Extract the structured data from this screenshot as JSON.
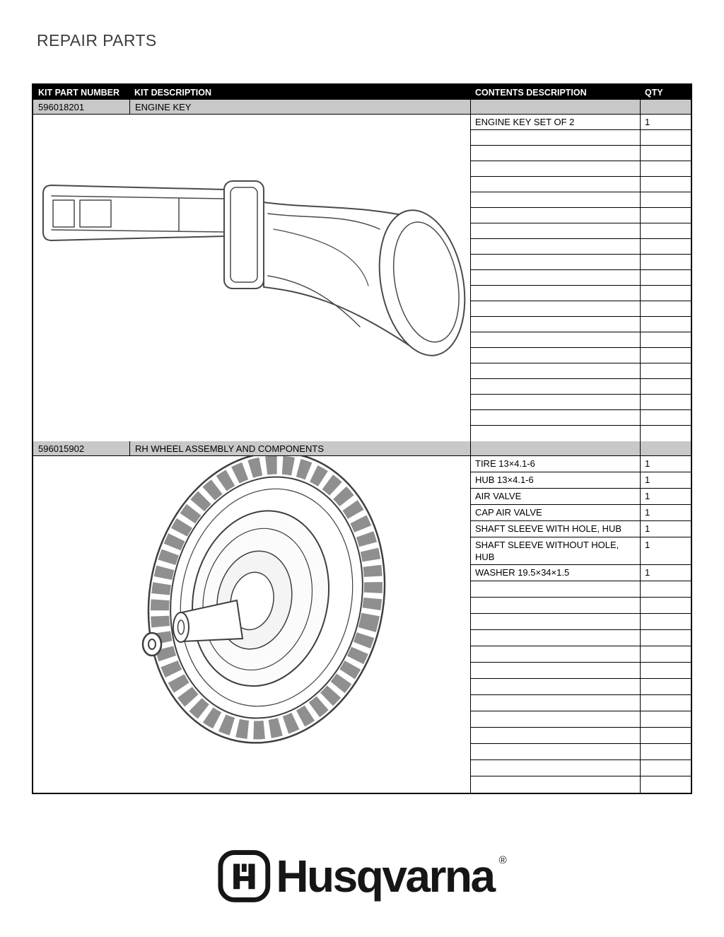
{
  "page": {
    "title": "REPAIR PARTS"
  },
  "table": {
    "headers": [
      "KIT PART NUMBER",
      "KIT DESCRIPTION",
      "CONTENTS DESCRIPTION",
      "QTY"
    ],
    "sections": [
      {
        "part_number": "596018201",
        "description": "ENGINE KEY",
        "illustration": "engine-key-illustration",
        "contents": [
          {
            "description": "ENGINE KEY SET OF 2",
            "qty": "1"
          }
        ],
        "empty_rows": 20
      },
      {
        "part_number": "596015902",
        "description": "RH WHEEL ASSEMBLY AND COMPONENTS",
        "illustration": "wheel-assembly-illustration",
        "contents": [
          {
            "description": "TIRE 13×4.1-6",
            "qty": "1"
          },
          {
            "description": "HUB 13×4.1-6",
            "qty": "1"
          },
          {
            "description": "AIR VALVE",
            "qty": "1"
          },
          {
            "description": "CAP AIR VALVE",
            "qty": "1"
          },
          {
            "description": "SHAFT SLEEVE WITH HOLE, HUB",
            "qty": "1"
          },
          {
            "description": "SHAFT SLEEVE WITHOUT HOLE, HUB",
            "qty": "1"
          },
          {
            "description": "WASHER 19.5×34×1.5",
            "qty": "1"
          }
        ],
        "empty_rows": 13
      }
    ]
  },
  "footer": {
    "brand": "Husqvarna",
    "registered": "®"
  },
  "colors": {
    "header_bg": "#000000",
    "header_text": "#ffffff",
    "kit_row_bg": "#c8c8c8",
    "border": "#000000"
  }
}
